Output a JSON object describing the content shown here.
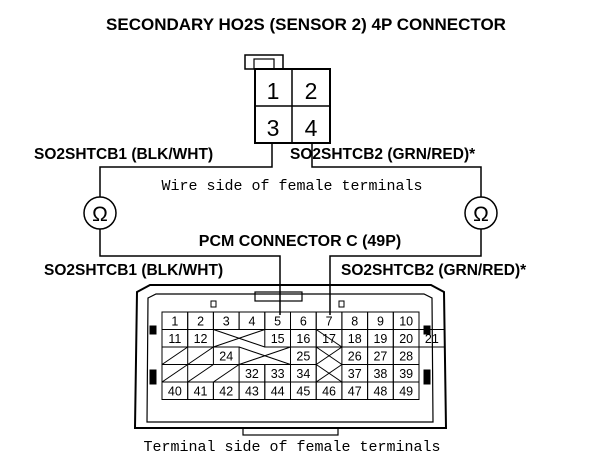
{
  "sensor_connector": {
    "title": "SECONDARY HO2S (SENSOR 2) 4P CONNECTOR",
    "pins": [
      "1",
      "2",
      "3",
      "4"
    ],
    "side_label": "Wire side of female terminals"
  },
  "pcm_connector": {
    "title": "PCM CONNECTOR C (49P)",
    "side_label": "Terminal side of female terminals",
    "row1": [
      "1",
      "2",
      "3",
      "4",
      "5",
      "6",
      "7",
      "8",
      "9",
      "10"
    ],
    "row2": [
      "11",
      "12",
      "15",
      "16",
      "17",
      "18",
      "19",
      "20",
      "21"
    ],
    "row3": [
      "24",
      "25",
      "26",
      "27",
      "28"
    ],
    "row4": [
      "32",
      "33",
      "34",
      "37",
      "38",
      "39"
    ],
    "row5": [
      "40",
      "41",
      "42",
      "43",
      "44",
      "45",
      "46",
      "47",
      "48",
      "49"
    ]
  },
  "wires": {
    "left_top": "SO2SHTCB1 (BLK/WHT)",
    "right_top": "SO2SHTCB2 (GRN/RED)*",
    "left_bottom": "SO2SHTCB1 (BLK/WHT)",
    "right_bottom": "SO2SHTCB2 (GRN/RED)*"
  },
  "meter_symbol": "Ω",
  "icons": {
    "meter": "ohmmeter-icon"
  }
}
